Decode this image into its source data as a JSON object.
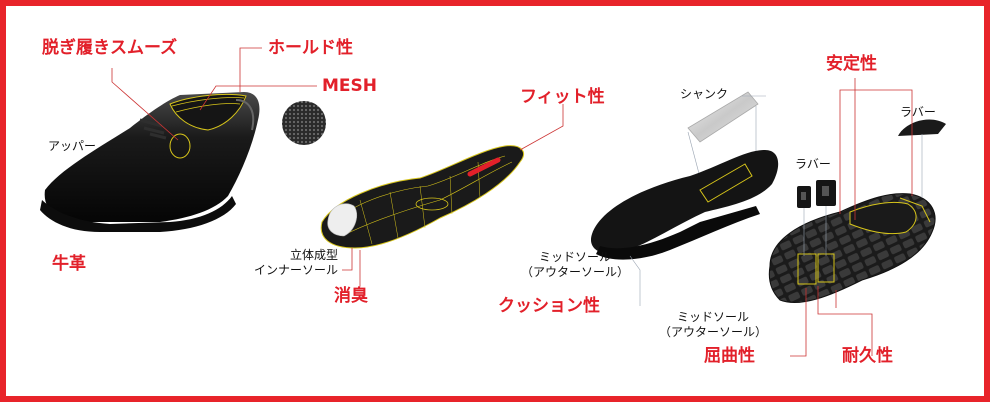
{
  "colors": {
    "frame": "#e8242a",
    "red_label": "#e2202a",
    "black_label": "#111111",
    "accent_line": "#d7c51a",
    "leader_line": "#cc3333",
    "gray_line": "#9aa4b2"
  },
  "labels": {
    "slip_on": "脱ぎ履きスムーズ",
    "hold": "ホールド性",
    "mesh": "MESH",
    "upper": "アッパー",
    "leather": "牛革",
    "insole_l1": "立体成型",
    "insole_l2": "インナーソール",
    "deodorize": "消臭",
    "fit": "フィット性",
    "shank": "シャンク",
    "midsole_a_l1": "ミッドソール",
    "midsole_a_l2": "（アウターソール）",
    "cushion": "クッション性",
    "stability": "安定性",
    "rubber_top": "ラバー",
    "rubber_mid": "ラバー",
    "midsole_b_l1": "ミッドソール",
    "midsole_b_l2": "（アウターソール）",
    "flex": "屈曲性",
    "durability": "耐久性"
  }
}
